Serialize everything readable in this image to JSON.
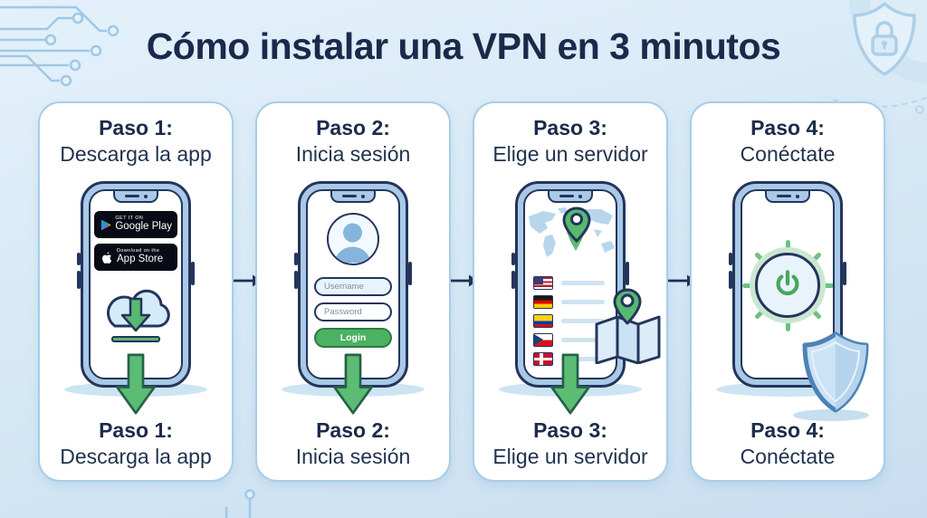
{
  "title": "Cómo instalar una VPN en 3 minutos",
  "colors": {
    "accent_green": "#57b96f",
    "navy_text": "#1c2b4b",
    "login_button_green": "#4cb261",
    "phone_frame_blue": "#a9c9e6",
    "card_border_blue": "#a7cde9"
  },
  "steps": [
    {
      "heading": "Paso 1:",
      "subtitle": "Descarga la app",
      "badges": {
        "google_play": {
          "tagline": "GET IT ON",
          "label": "Google Play"
        },
        "app_store": {
          "tagline": "Download on the",
          "label": "App Store"
        }
      }
    },
    {
      "heading": "Paso 2:",
      "subtitle": "Inicia sesión",
      "login_form": {
        "username_placeholder": "Username",
        "password_placeholder": "Password",
        "login_label": "Login"
      }
    },
    {
      "heading": "Paso 3:",
      "subtitle": "Elige un servidor",
      "server_flags": [
        "united-states",
        "germany",
        "colombia",
        "czech-republic",
        "denmark"
      ]
    },
    {
      "heading": "Paso 4:",
      "subtitle": "Conéctate"
    }
  ]
}
